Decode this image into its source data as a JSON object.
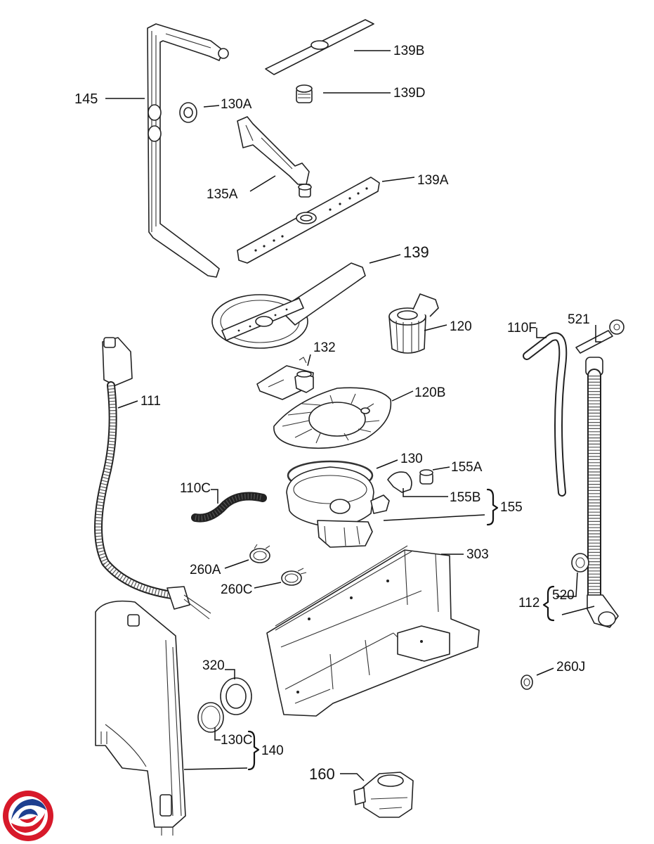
{
  "labels": {
    "p145": "145",
    "p130A": "130A",
    "p139B": "139B",
    "p139D": "139D",
    "p135A": "135A",
    "p139A": "139A",
    "p139": "139",
    "p120": "120",
    "p110F": "110F",
    "p521": "521",
    "p132": "132",
    "p111": "111",
    "p120B": "120B",
    "p130": "130",
    "p155A": "155A",
    "p110C": "110C",
    "p155B": "155B",
    "p155": "155",
    "p303": "303",
    "p260A": "260A",
    "p260C": "260C",
    "p520": "520",
    "p112": "112",
    "p320": "320",
    "p260J": "260J",
    "p130C": "130C",
    "p140": "140",
    "p160": "160"
  },
  "colors": {
    "line": "#222222",
    "background": "#ffffff",
    "logo_red": "#d7192a",
    "logo_blue": "#1d3f8f"
  },
  "logo": {
    "icon": "swirl-logo-icon"
  }
}
